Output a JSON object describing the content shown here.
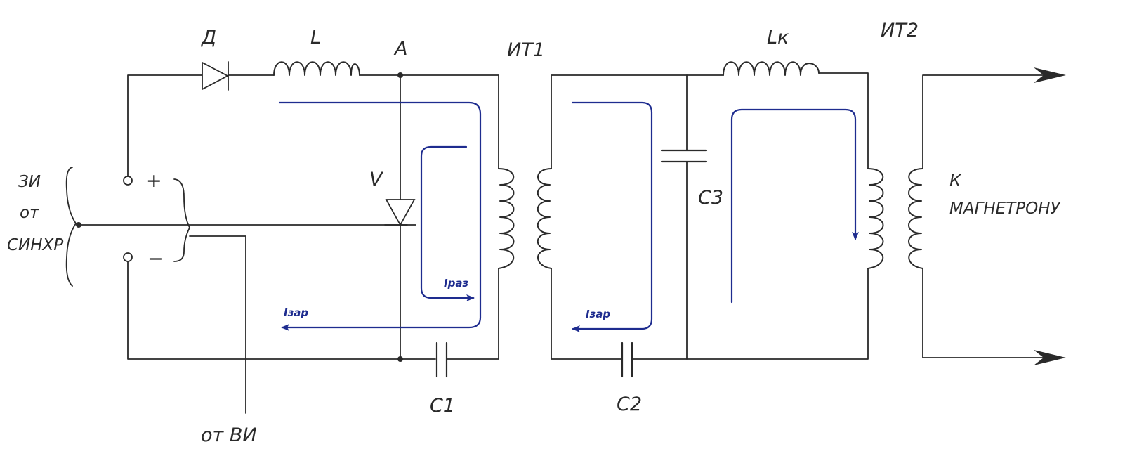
{
  "labels": {
    "diode_d": "Д",
    "inductor_l": "L",
    "node_a": "A",
    "transformer_1": "ИТ1",
    "inductor_lk": "Lк",
    "transformer_2": "ИТ2",
    "thyristor_v": "V",
    "capacitor_c1": "С1",
    "capacitor_c2": "С2",
    "capacitor_c3": "С3",
    "plus": "+",
    "minus": "−",
    "input_line1": "ЗИ",
    "input_line2": "от",
    "input_line3": "СИНХР",
    "from_vi": "от ВИ",
    "to_magnetron_line1": "К",
    "to_magnetron_line2": "МАГНЕТРОНУ",
    "current_discharge": "Iраз",
    "current_charge_1": "Iзар",
    "current_charge_2": "Iзар"
  },
  "colors": {
    "wire": "#2a2a2a",
    "current_arrow": "#1e2c8f",
    "background": "#ffffff"
  }
}
